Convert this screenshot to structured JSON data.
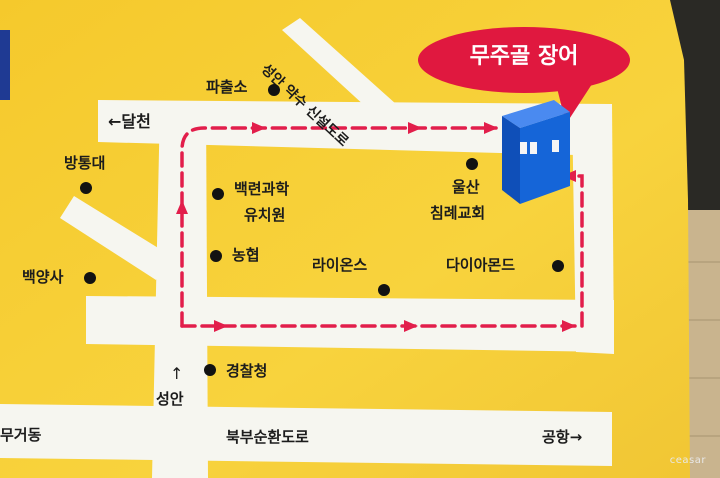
{
  "map": {
    "landmarks": {
      "police_box": "파출소",
      "broadcast": "방통대",
      "kindergarten_line1": "백련과학",
      "kindergarten_line2": "유치원",
      "church_line1": "울산",
      "church_line2": "침례교회",
      "nonghyup": "농협",
      "lions": "라이온스",
      "diamond": "다이아몬드",
      "baekyang_temple": "백양사",
      "police_agency": "경찰청"
    },
    "roads": {
      "dalcheon": "←달천",
      "seongan": "성안",
      "seongan_arrow": "↑",
      "mugeo": "무거동",
      "bukbu": "북부순환도로",
      "airport": "공항→",
      "new_road": "성안 약수 신설도로"
    },
    "destination": {
      "name": "무주골 장어",
      "bubble_color": "#e0183f",
      "building_color": "#1565d8"
    },
    "route_color": "#e21e4b",
    "banner_color": "#f7cf36",
    "road_color": "#f6f6f0"
  },
  "watermark": "ceasar"
}
